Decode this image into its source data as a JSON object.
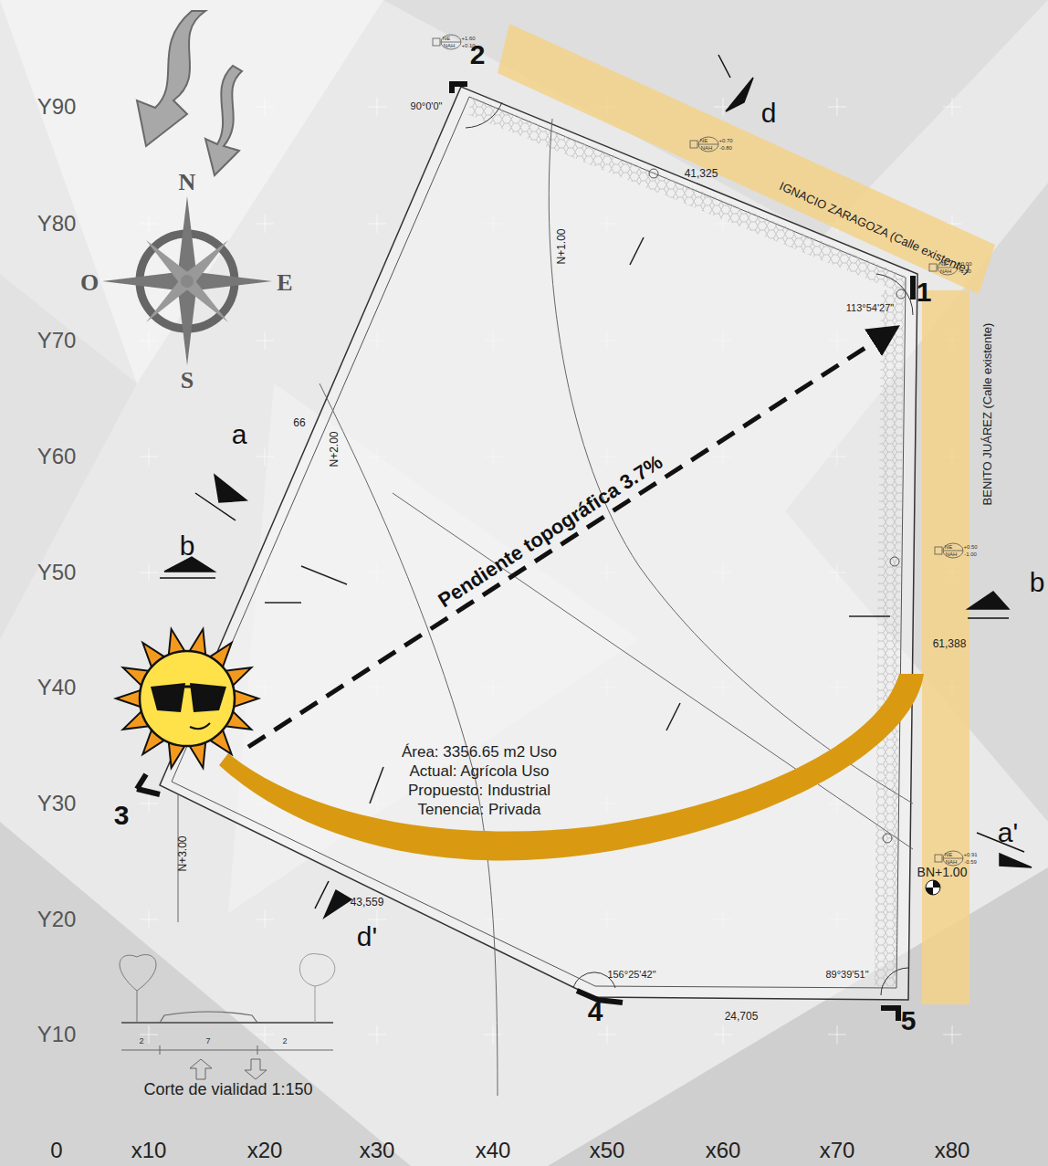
{
  "diagram": {
    "nodes": [
      {
        "text": [
          "Área: 3356.65 m2 Uso Actual: Agrícola Uso Propuesto: Industrial Tenencia: Privada"
        ]
      },
      {
        "text": [
          "IGNACIO ZARAGOZA (Calle existente)"
        ]
      },
      {
        "text": [
          "BENITO JUÁREZ (Calle existente)"
        ]
      }
    ],
    "labels": [
      "Y90",
      "Y80",
      "Y70",
      "Y60",
      "Y50",
      "Y40",
      "Y30",
      "Y20",
      "Y10",
      "0",
      "x10",
      "x20",
      "x30",
      "x40",
      "x50",
      "x60",
      "x70",
      "x80",
      "N",
      "O",
      "E",
      "S",
      "2",
      "1",
      "3",
      "4",
      "5",
      "90°0'0\"",
      "113°54'27\"",
      "156°25'42\"",
      "89°39'51\"",
      "41,325",
      "61,388",
      "43,559",
      "24,705",
      "66",
      "N+2.00",
      "N+1.00",
      "N+3.00",
      "Pendiente topográfica  3.7%",
      "a",
      "b",
      "b",
      "a'",
      "d",
      "d'",
      "BN+1.00",
      "Corte de vialidad 1:150",
      "2",
      "7",
      "2",
      "NE",
      "+1.60",
      "NAH",
      "+0.10",
      "NE",
      "+0.70",
      "NAH",
      "-0.80",
      "NE",
      "±0.00",
      "NAH",
      "-1.50",
      "NE",
      "+0.50",
      "NAH",
      "-1.00",
      "NE",
      "+0.91",
      "NAH",
      "-0.59"
    ]
  }
}
